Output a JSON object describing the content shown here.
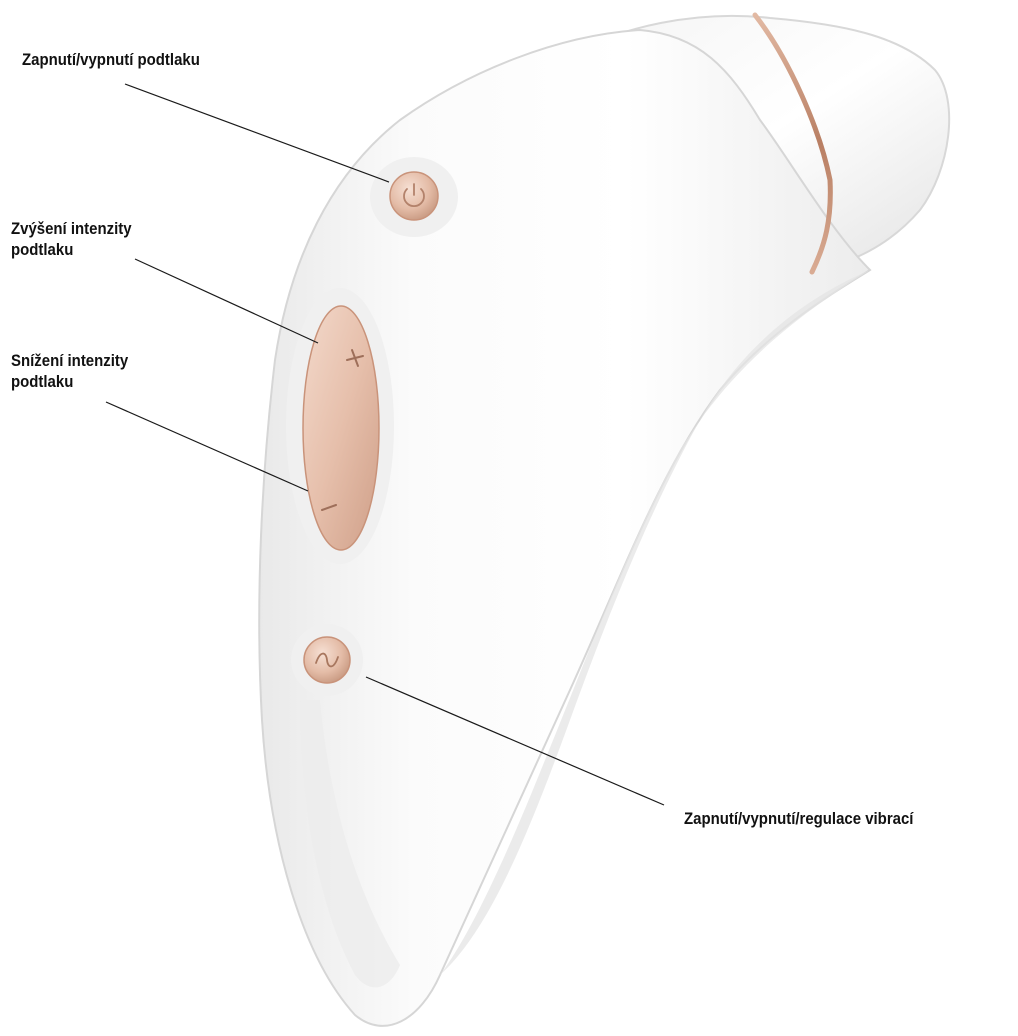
{
  "colors": {
    "body_white": "#f7f7f7",
    "body_shadow": "#dcdcdc",
    "button_rose_gold": "#e8c7b5",
    "button_rose_dark": "#c99a84",
    "ring_rose_gold": "#c9937a",
    "leader_line": "#1a1a1a",
    "label_text": "#111111"
  },
  "callouts": {
    "power": "Zapnutí/vypnutí podtlaku",
    "increase": "Zvýšení intenzity\npodtlaku",
    "decrease": "Snížení intenzity\npodtlaku",
    "vibration": "Zapnutí/vypnutí/regulace vibrací"
  },
  "buttons": {
    "power_icon": "power-icon",
    "plus_icon": "plus-icon",
    "minus_icon": "minus-icon",
    "vibration_icon": "wave-icon"
  }
}
